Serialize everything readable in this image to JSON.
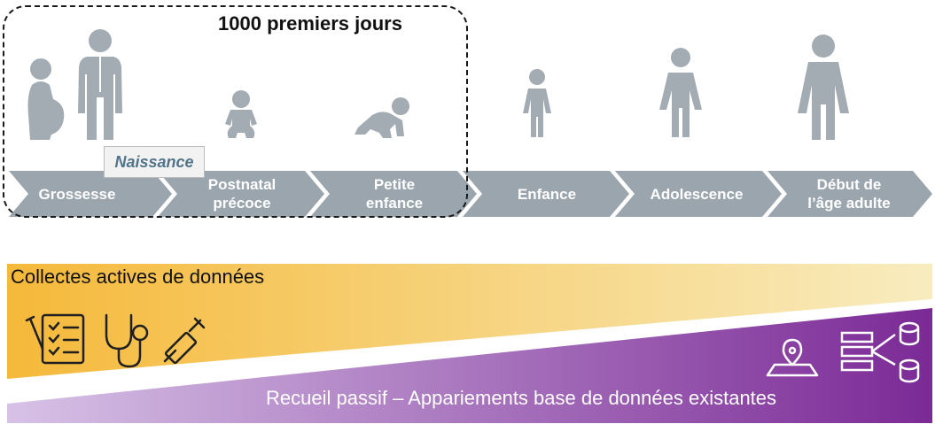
{
  "title": "1000 premiers jours",
  "birth_marker": "Naissance",
  "stages": [
    {
      "line1": "Grossesse",
      "line2": ""
    },
    {
      "line1": "Postnatal",
      "line2": "précoce"
    },
    {
      "line1": "Petite",
      "line2": "enfance"
    },
    {
      "line1": "Enfance",
      "line2": ""
    },
    {
      "line1": "Adolescence",
      "line2": ""
    },
    {
      "line1": "Début de",
      "line2": "l’âge adulte"
    }
  ],
  "active_collection": "Collectes actives de données",
  "passive_collection": "Recueil passif – Appariements base de données existantes",
  "colors": {
    "arrow": "#9aa5ad",
    "figure": "#a3acb3",
    "yellow_start": "#f5b93a",
    "yellow_end": "#f8ecbf",
    "purple_start": "#d7c2e6",
    "purple_end": "#7b2a96",
    "icons_dark": "#1f1f1f"
  },
  "icons": {
    "active": [
      "checklist-icon",
      "stethoscope-icon",
      "syringe-icon"
    ],
    "passive": [
      "map-location-icon",
      "database-network-icon"
    ]
  }
}
